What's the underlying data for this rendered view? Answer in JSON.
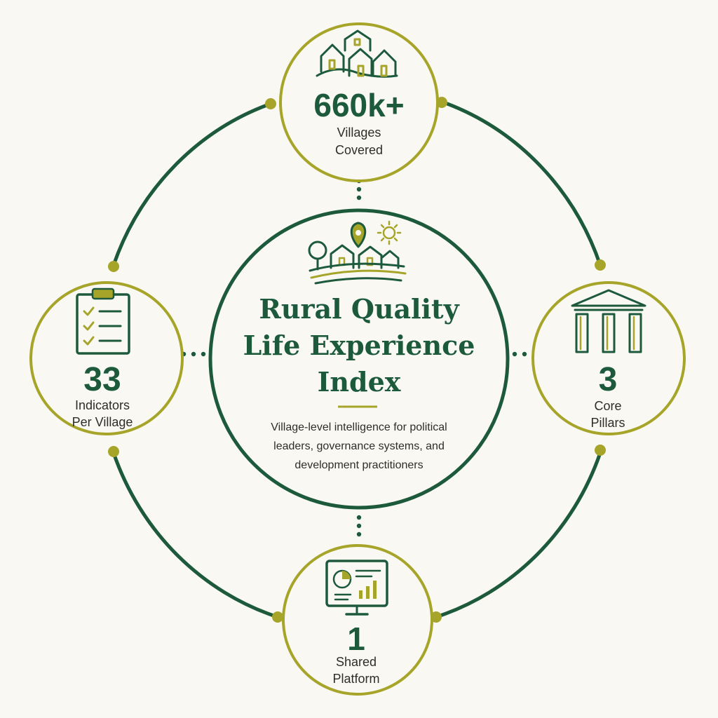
{
  "center": {
    "title_line1": "Rural Quality",
    "title_line2": "Life Experience",
    "title_line3": "Index",
    "subtitle_line1": "Village-level intelligence for political",
    "subtitle_line2": "leaders, governance systems, and",
    "subtitle_line3": "development practitioners",
    "icon": "rural-landscape-icon"
  },
  "nodes": {
    "top": {
      "value": "660k+",
      "label_line1": "Villages",
      "label_line2": "Covered",
      "icon": "village-houses-icon"
    },
    "left": {
      "value": "33",
      "label_line1": "Indicators",
      "label_line2": "Per Village",
      "icon": "clipboard-checklist-icon"
    },
    "right": {
      "value": "3",
      "label_line1": "Core",
      "label_line2": "Pillars",
      "icon": "pillars-icon"
    },
    "bottom": {
      "value": "1",
      "label_line1": "Shared",
      "label_line2": "Platform",
      "icon": "dashboard-monitor-icon"
    }
  },
  "colors": {
    "primary_green": "#1d5a3c",
    "olive_accent": "#a6a52a",
    "background": "#faf8f3",
    "text": "#2d2d2a"
  }
}
